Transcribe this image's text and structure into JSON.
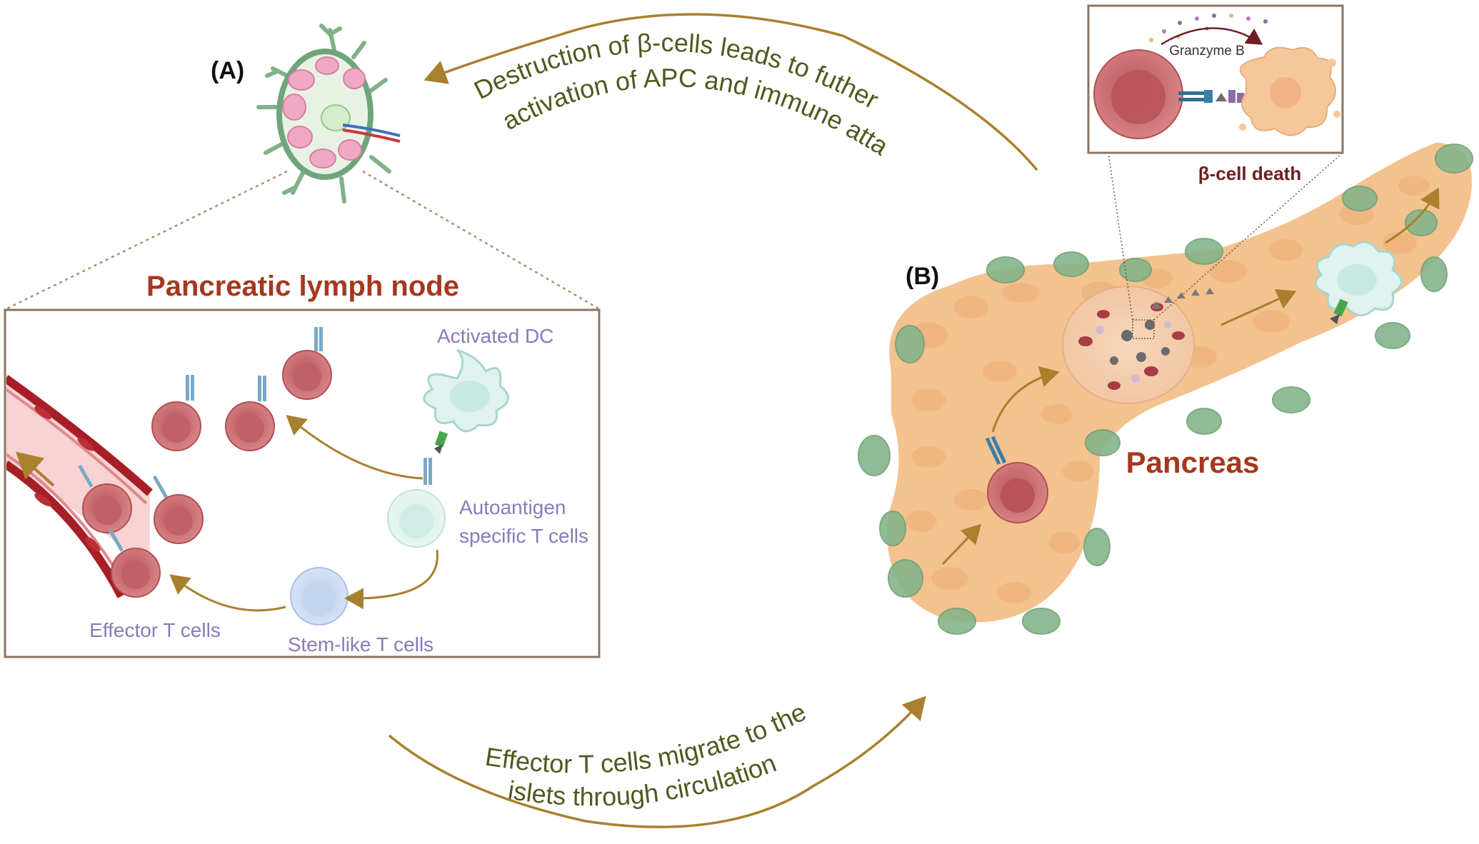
{
  "panel_a": {
    "label": "(A)",
    "title": "Pancreatic lymph node",
    "labels": {
      "activated_dc": "Activated DC",
      "autoantigen_1": "Autoantigen",
      "autoantigen_2": "specific T cells",
      "stem_like": "Stem-like T cells",
      "effector": "Effector T cells"
    }
  },
  "panel_b": {
    "label": "(B)",
    "title": "Pancreas",
    "granzyme": "Granzyme B",
    "cell_death": "β-cell death"
  },
  "arrows": {
    "top_line_1": "Destruction of β-cells leads to futher",
    "top_line_2": "activation of APC and immune attack",
    "bottom_line_1": "Effector T cells migrate to the",
    "bottom_line_2": "islets through circulation"
  },
  "colors": {
    "title_red": "#a5381e",
    "label_purple": "#8a7ab8",
    "arc_text_green": "#4f5a1f",
    "arrow_brown": "#a9802e",
    "tcell_fill": "#cd7274",
    "tissue": "#f3c28e",
    "islet_green": "#86b48a"
  }
}
